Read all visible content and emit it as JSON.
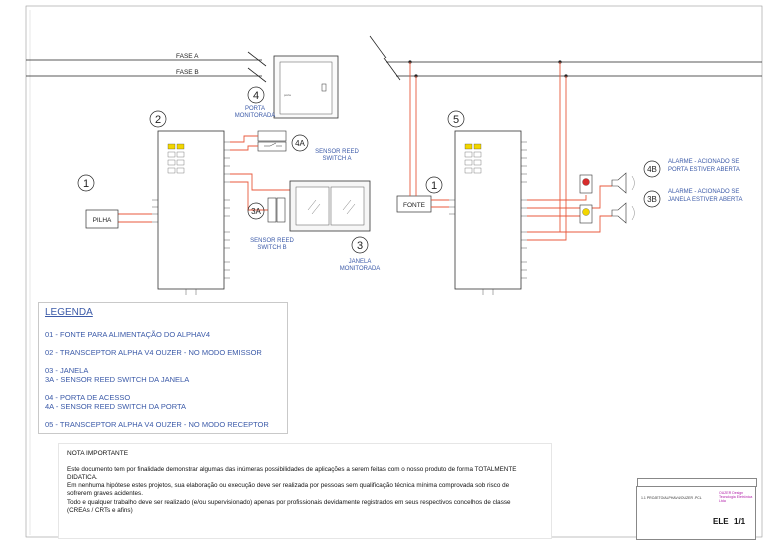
{
  "bus": {
    "fase_a": "FASE A",
    "fase_b": "FASE B"
  },
  "components": {
    "porta": {
      "number": "4",
      "label_line1": "PORTA",
      "label_line2": "MONITORADA"
    },
    "transceiver_emissor": {
      "number": "2"
    },
    "sensor_porta": {
      "number": "4A",
      "label_line1": "SENSOR REED",
      "label_line2": "SWITCH A"
    },
    "fonte_emissor": {
      "number": "1",
      "label": "PILHA"
    },
    "sensor_janela": {
      "number": "3A",
      "label_line1": "SENSOR REED",
      "label_line2": "SWITCH B"
    },
    "janela": {
      "number": "3",
      "label_line1": "JANELA",
      "label_line2": "MONITORADA"
    },
    "transceiver_receptor": {
      "number": "5"
    },
    "fonte_receptor": {
      "number": "1",
      "label": "FONTE"
    },
    "alarme_porta": {
      "number": "4B",
      "label_line1": "ALARME - ACIONADO SE",
      "label_line2": "PORTA ESTIVER ABERTA"
    },
    "alarme_janela": {
      "number": "3B",
      "label_line1": "ALARME - ACIONADO SE",
      "label_line2": "JANELA ESTIVER ABERTA"
    }
  },
  "legend": {
    "title": "LEGENDA",
    "item_01": "01 - FONTE PARA ALIMENTAÇÃO DO ALPHAV4",
    "item_02": "02 - TRANSCEPTOR ALPHA V4 OUZER - NO MODO EMISSOR",
    "item_03a": "03 - JANELA",
    "item_03b": "3A - SENSOR REED SWITCH DA JANELA",
    "item_04a": "04 - PORTA DE ACESSO",
    "item_04b": "4A - SENSOR REED SWITCH DA PORTA",
    "item_05": "05 - TRANSCEPTOR ALPHA V4 OUZER - NO MODO RECEPTOR"
  },
  "note": {
    "title": "NOTA IMPORTANTE",
    "line1": "Este documento tem por finalidade demonstrar algumas das inúmeras possibilidades de aplicações a serem feitas com o nosso produto de forma TOTALMENTE",
    "line2": "DIDATICA.",
    "line3": "Em nenhuma hipótese estes projetos, sua elaboração ou execução deve ser realizada por pessoas sem qualificação técnica mínima comprovada sob risco de",
    "line4": "sofrerem graves acidentes.",
    "line5": "Todo e qualquer trabalho deve ser realizado (e/ou supervisionado) apenas por profissionais devidamente registrados em seus respectivos concelhos de classe",
    "line6": "(CREAs / CRTs e afins)"
  },
  "title_block": {
    "project": "1.1 PROJETO/ALPHAV4/OUZER .PCL",
    "company": "OUZER Design Tecnologia Eletrônica Ltda",
    "discipline": "ELE",
    "sheet": "1/1"
  },
  "colors": {
    "wire": "#e8593c",
    "line": "#222222",
    "text_blue": "#3b5aa8",
    "led_red": "#d62b2b",
    "led_yellow": "#f2d600"
  }
}
